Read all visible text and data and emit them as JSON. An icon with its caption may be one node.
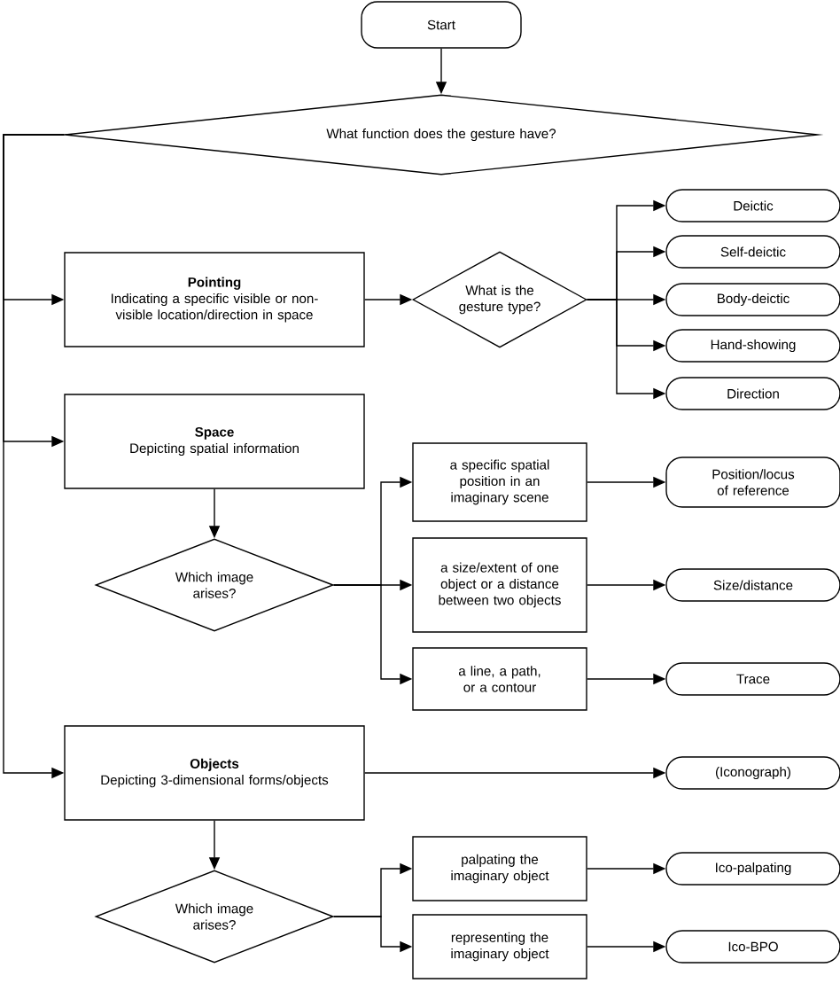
{
  "diagram": {
    "nodes": [
      {
        "text": [
          "Start"
        ]
      },
      {
        "text": [
          "What function does the gesture have?"
        ]
      },
      {
        "text": [
          "Pointing",
          "Indicating a specific visible or non-visible location/direction in space"
        ]
      },
      {
        "text": [
          "What is the gesture type?"
        ]
      },
      {
        "text": [
          "Deictic"
        ]
      },
      {
        "text": [
          "Self-deictic"
        ]
      },
      {
        "text": [
          "Body-deictic"
        ]
      },
      {
        "text": [
          "Hand-showing"
        ]
      },
      {
        "text": [
          "Direction"
        ]
      },
      {
        "text": [
          "Space",
          "Depicting spatial information"
        ]
      },
      {
        "text": [
          "Which image arises?"
        ]
      },
      {
        "text": [
          "a specific spatial position in an imaginary scene"
        ]
      },
      {
        "text": [
          "a size/extent of one object or a distance between two objects"
        ]
      },
      {
        "text": [
          "a line, a path, or a contour"
        ]
      },
      {
        "text": [
          "Position/locus of reference"
        ]
      },
      {
        "text": [
          "Size/distance"
        ]
      },
      {
        "text": [
          "Trace"
        ]
      },
      {
        "text": [
          "Objects",
          "Depicting 3-dimensional forms/objects"
        ]
      },
      {
        "text": [
          "(Iconograph)"
        ]
      },
      {
        "text": [
          "Which image arises?"
        ]
      },
      {
        "text": [
          "palpating the imaginary object"
        ]
      },
      {
        "text": [
          "representing the imaginary object"
        ]
      },
      {
        "text": [
          "Ico-palpating"
        ]
      },
      {
        "text": [
          "Ico-BPO"
        ]
      }
    ],
    "edges": [
      {
        "from": 0,
        "to": 1,
        "arrow": "to"
      },
      {
        "from": 1,
        "to": 2,
        "arrow": "to"
      },
      {
        "from": 1,
        "to": 9,
        "arrow": "to"
      },
      {
        "from": 1,
        "to": 17,
        "arrow": "to"
      },
      {
        "from": 2,
        "to": 3,
        "arrow": "to"
      },
      {
        "from": 3,
        "to": 4,
        "arrow": "to"
      },
      {
        "from": 3,
        "to": 5,
        "arrow": "to"
      },
      {
        "from": 3,
        "to": 6,
        "arrow": "to"
      },
      {
        "from": 3,
        "to": 7,
        "arrow": "to"
      },
      {
        "from": 3,
        "to": 8,
        "arrow": "to"
      },
      {
        "from": 9,
        "to": 10,
        "arrow": "to"
      },
      {
        "from": 10,
        "to": 11,
        "arrow": "to"
      },
      {
        "from": 10,
        "to": 12,
        "arrow": "to"
      },
      {
        "from": 10,
        "to": 13,
        "arrow": "to"
      },
      {
        "from": 11,
        "to": 14,
        "arrow": "to"
      },
      {
        "from": 12,
        "to": 15,
        "arrow": "to"
      },
      {
        "from": 13,
        "to": 16,
        "arrow": "to"
      },
      {
        "from": 17,
        "to": 18,
        "arrow": "to"
      },
      {
        "from": 17,
        "to": 19,
        "arrow": "to"
      },
      {
        "from": 19,
        "to": 20,
        "arrow": "to"
      },
      {
        "from": 19,
        "to": 21,
        "arrow": "to"
      },
      {
        "from": 20,
        "to": 22,
        "arrow": "to"
      },
      {
        "from": 21,
        "to": 23,
        "arrow": "to"
      }
    ]
  }
}
